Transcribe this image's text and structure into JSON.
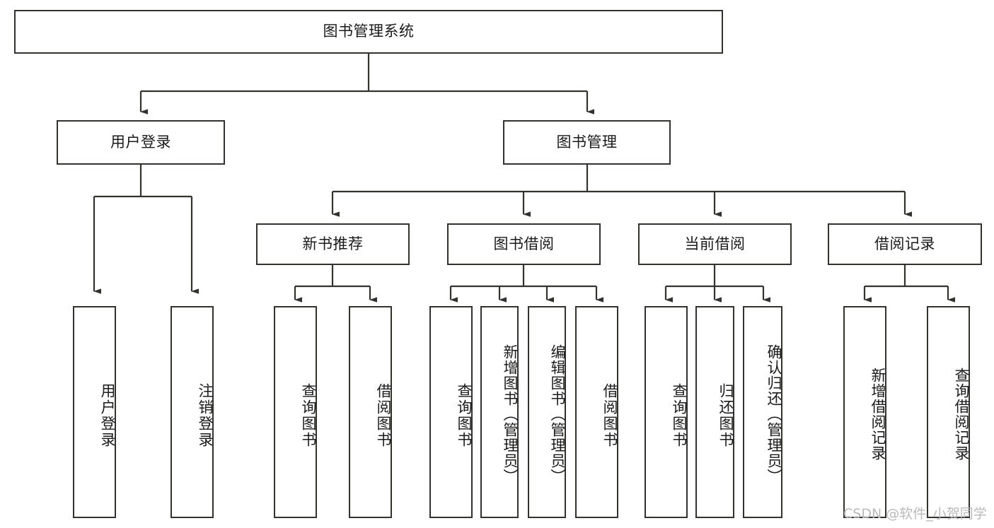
{
  "diagram": {
    "type": "tree-hierarchy-diagram",
    "title_node": {
      "label": "图书管理系统",
      "level": 1
    },
    "level2": [
      {
        "id": "user-login",
        "label": "用户登录"
      },
      {
        "id": "book-management",
        "label": "图书管理"
      }
    ],
    "level3": [
      {
        "id": "new-book-recommend",
        "label": "新书推荐"
      },
      {
        "id": "book-borrow",
        "label": "图书借阅"
      },
      {
        "id": "current-borrow",
        "label": "当前借阅"
      },
      {
        "id": "borrow-record",
        "label": "借阅记录"
      }
    ],
    "leaves": {
      "user_login": [
        {
          "id": "leaf-user-login",
          "label": "用户登录"
        },
        {
          "id": "leaf-logout-login",
          "label": "注销登录"
        }
      ],
      "new_book_recommend": [
        {
          "id": "leaf-query-book-1",
          "label": "查询图书"
        },
        {
          "id": "leaf-borrow-book-1",
          "label": "借阅图书"
        }
      ],
      "book_borrow": [
        {
          "id": "leaf-query-book-2",
          "label": "查询图书"
        },
        {
          "id": "leaf-add-book-admin",
          "label": "新增图书（管理员）"
        },
        {
          "id": "leaf-edit-book-admin",
          "label": "编辑图书（管理员）"
        },
        {
          "id": "leaf-borrow-book-2",
          "label": "借阅图书"
        }
      ],
      "current_borrow": [
        {
          "id": "leaf-query-book-3",
          "label": "查询图书"
        },
        {
          "id": "leaf-return-book",
          "label": "归还图书"
        },
        {
          "id": "leaf-confirm-return-admin",
          "label": "确认归还（管理员）"
        }
      ],
      "borrow_record": [
        {
          "id": "leaf-add-borrow-record",
          "label": "新增借阅记录"
        },
        {
          "id": "leaf-query-borrow-record",
          "label": "查询借阅记录"
        }
      ]
    }
  },
  "watermark": {
    "text": "CSDN @软件_小贺同学"
  },
  "colors": {
    "stroke": "#32322f",
    "background": "#ffffff",
    "text": "#1a1a1a",
    "watermark": "#b9b9b9"
  }
}
